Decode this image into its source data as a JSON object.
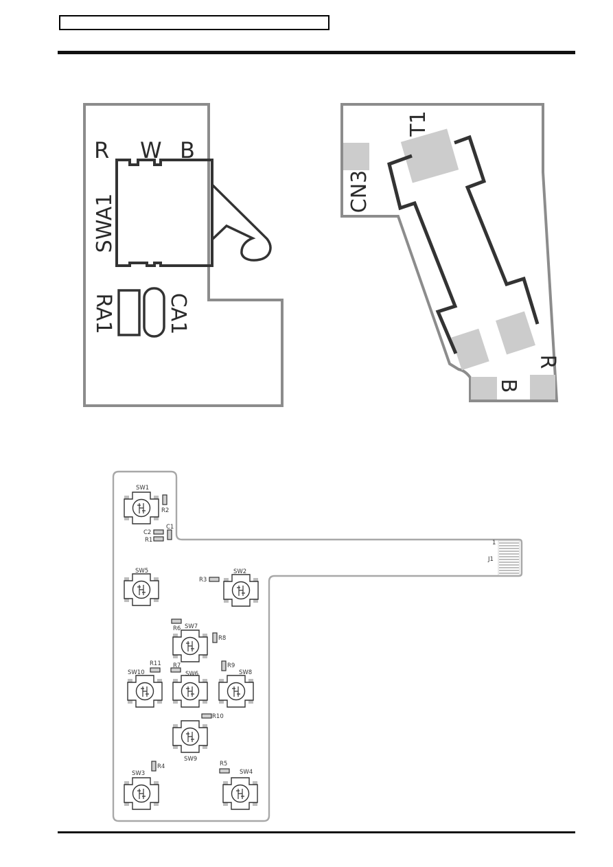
{
  "board_swa": {
    "labels": {
      "r": "R",
      "w": "W",
      "b": "B",
      "switch": "SWA1",
      "resistor": "RA1",
      "capacitor": "CA1"
    }
  },
  "board_cn": {
    "labels": {
      "transformer": "T1",
      "connector": "CN3",
      "b": "B",
      "r": "R"
    }
  },
  "board_sw": {
    "labels": {
      "sw1": "SW1",
      "sw2": "SW2",
      "sw3": "SW3",
      "sw4": "SW4",
      "sw5": "SW5",
      "sw6": "SW6",
      "sw7": "SW7",
      "sw8": "SW8",
      "sw9": "SW9",
      "sw10": "SW10",
      "r1": "R1",
      "r2": "R2",
      "r3": "R3",
      "r4": "R4",
      "r5": "R5",
      "r6": "R6",
      "r7": "R7",
      "r8": "R8",
      "r9": "R9",
      "r10": "R10",
      "r11": "R11",
      "c1": "C1",
      "c2": "C2",
      "j1": "J1",
      "pin1": "1"
    }
  }
}
